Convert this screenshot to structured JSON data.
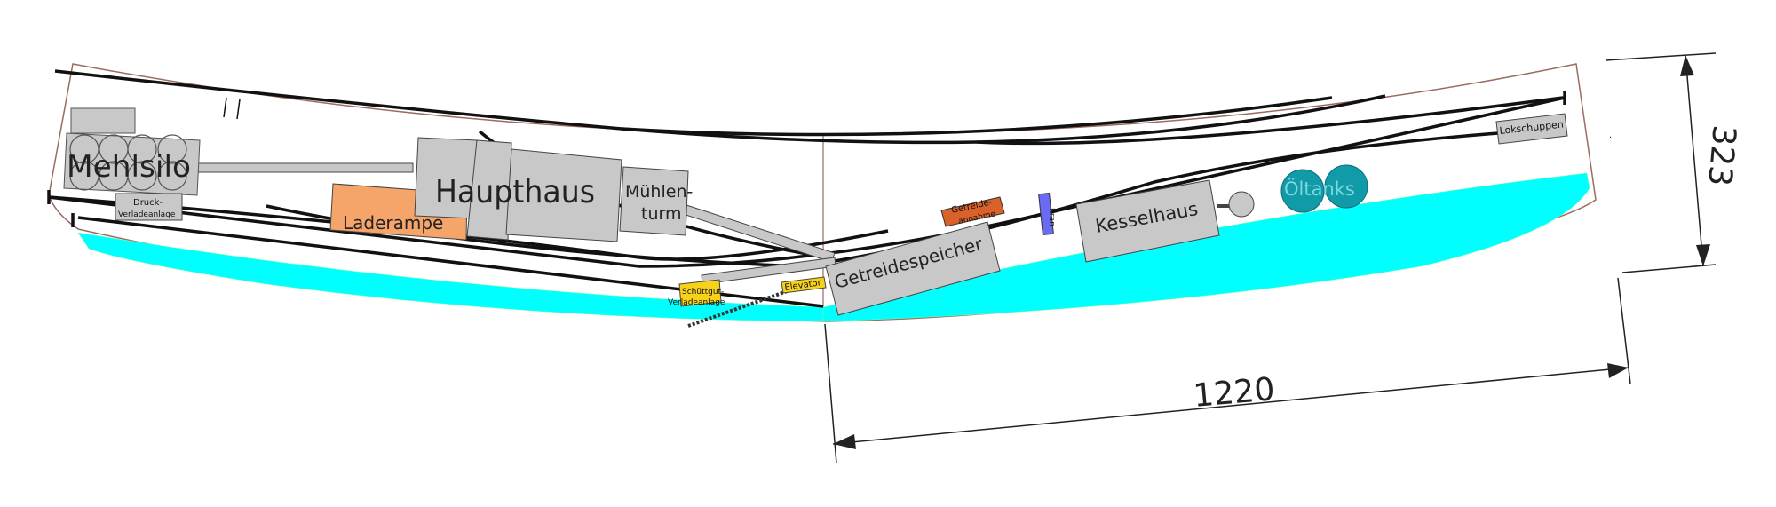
{
  "colors": {
    "water": "#00ffff",
    "building": "#c8c8c8",
    "laderampe": "#f5a46a",
    "getreide": "#d9622b",
    "kran": "#6a6af2",
    "tanks": "#119aa8",
    "schuett": "#f7d21a",
    "track": "#111111",
    "outline": "#9a6b60"
  },
  "labels": {
    "mehlsilo": "Mehlsilo",
    "druck": "Druck-",
    "verladeanlage": "Verladeanlage",
    "laderampe": "Laderampe",
    "haupthaus": "Haupthaus",
    "muehlen": "Mühlen-",
    "turm": "turm",
    "getreidespeicher": "Getreidespeicher",
    "getreide1": "Getreide-",
    "getreide2": "annahme",
    "kran": "Kran",
    "kesselhaus": "Kesselhaus",
    "oeltanks": "Öltanks",
    "lokschuppen": "Lokschuppen",
    "schuett1": "Schüttgut-",
    "schuett2": "Verladeanlage",
    "elevator": "Elevator"
  },
  "dimensions": {
    "length": "1220",
    "depth": "323"
  }
}
